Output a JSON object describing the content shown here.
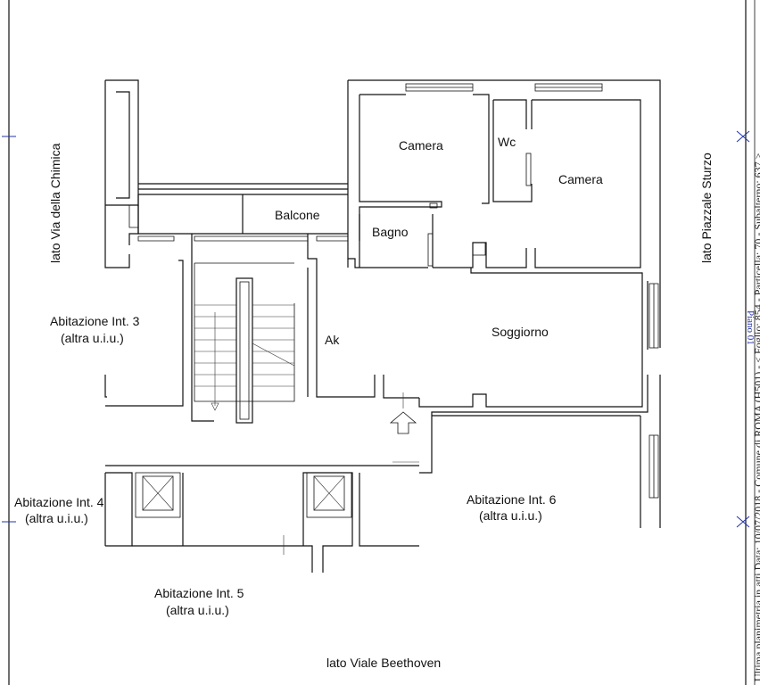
{
  "rooms": {
    "camera_1": "Camera",
    "wc": "Wc",
    "camera_2": "Camera",
    "balcone": "Balcone",
    "bagno": "Bagno",
    "ak": "Ak",
    "soggiorno": "Soggiorno"
  },
  "neighbors": {
    "int3_title": "Abitazione Int. 3",
    "int3_note": "(altra u.i.u.)",
    "int4_title": "Abitazione Int. 4",
    "int4_note": "(altra u.i.u.)",
    "int5_title": "Abitazione Int. 5",
    "int5_note": "(altra u.i.u.)",
    "int6_title": "Abitazione Int. 6",
    "int6_note": "(altra u.i.u.)"
  },
  "sides": {
    "left": "lato Via della Chimica",
    "right": "lato Piazzale Sturzo",
    "bottom": "lato Viale Beethoven"
  },
  "margin": {
    "sheet_label": "Piano 01",
    "stamp": "Ultima planimetria in atti   Data: 10/07/2018 - Comune di ROMA (H501) - < Foglio: 854 - Particella: 70 - Subalterno: 637 >"
  },
  "colors": {
    "lines": "#111111",
    "margin_marks": "#2233aa"
  }
}
